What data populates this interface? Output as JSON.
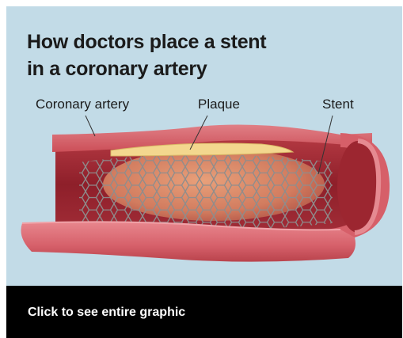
{
  "graphic": {
    "title_line1": "How doctors place a stent",
    "title_line2": "in a coronary artery",
    "labels": {
      "artery": "Coronary artery",
      "plaque": "Plaque",
      "stent": "Stent"
    },
    "colors": {
      "background": "#c2dbe7",
      "artery_outer": "#d35a62",
      "artery_inner": "#9c2630",
      "plaque": "#f3d78e",
      "stent_mesh": "#8a8a8a",
      "footer": "#000000"
    }
  },
  "footer": {
    "link_text": "Click to see entire graphic"
  }
}
